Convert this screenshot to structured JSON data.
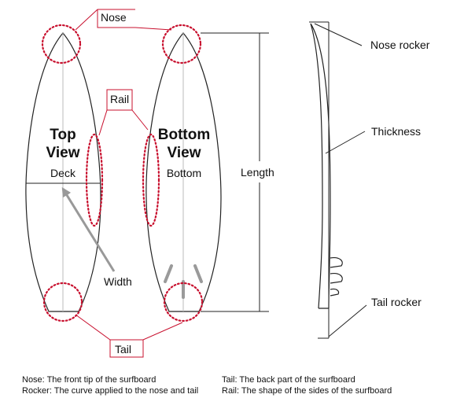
{
  "labels": {
    "nose": "Nose",
    "rail": "Rail",
    "tail": "Tail",
    "width": "Width",
    "length": "Length",
    "nose_rocker": "Nose rocker",
    "thickness": "Thickness",
    "tail_rocker": "Tail rocker"
  },
  "top_view": {
    "title_line1": "Top",
    "title_line2": "View",
    "surface": "Deck"
  },
  "bottom_view": {
    "title_line1": "Bottom",
    "title_line2": "View",
    "surface": "Bottom"
  },
  "legend": {
    "nose": "Nose: The front tip of the surfboard",
    "tail": "Tail: The back part of the surfboard",
    "rocker": "Rocker: The curve applied to the nose and tail",
    "rail": "Rail: The shape of the sides of the surfboard"
  },
  "colors": {
    "callout": "#c8102e",
    "width_arrow": "#999999",
    "fins": "#9a9a9a"
  }
}
